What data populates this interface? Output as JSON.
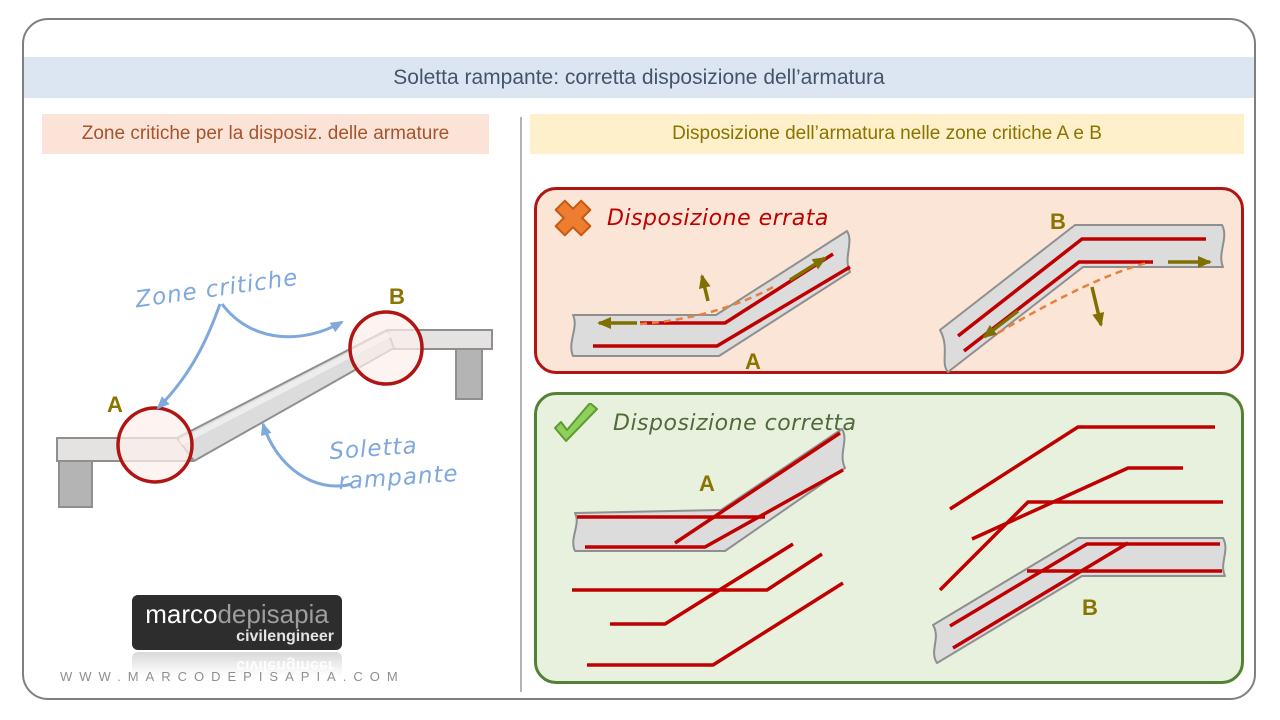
{
  "title_bar": {
    "title": "Soletta rampante: corretta disposizione dell’armatura"
  },
  "left_panel": {
    "header": "Zone critiche per la disposiz. delle armature",
    "diagram": {
      "label_a": "A",
      "label_b": "B",
      "annotation_zone": "Zone critiche",
      "annotation_slab_line1": "Soletta",
      "annotation_slab_line2": "rampante"
    }
  },
  "right_panel": {
    "header": "Disposizione dell’armatura nelle zone critiche A e B",
    "wrong_box": {
      "icon": "x-cross-icon",
      "title": "Disposizione errata",
      "label_a": "A",
      "label_b": "B"
    },
    "correct_box": {
      "icon": "checkmark-icon",
      "title": "Disposizione corretta",
      "label_a": "A",
      "label_b": "B"
    }
  },
  "footer": {
    "logo_primary": "marco",
    "logo_secondary": "depisapia",
    "logo_subtitle": "civilengineer",
    "website": "WWW.MARCODEPISAPIA.COM"
  },
  "colors": {
    "title_bar_bg": "#dce6f2",
    "title_text": "#44546a",
    "left_header_bg": "#fbe4d7",
    "left_header_text": "#a5542e",
    "right_header_bg": "#fdf0cb",
    "right_header_text": "#8a7400",
    "wrong_box_bg": "#fbe5d6",
    "wrong_box_border": "#b01513",
    "wrong_title_text": "#c00000",
    "correct_box_bg": "#e7f1dd",
    "correct_box_border": "#538135",
    "correct_title_text": "#4f6b3a",
    "rebar_red": "#c00000",
    "slab_fill": "#dcdcdc",
    "slab_stroke": "#8f8f8f",
    "column_fill": "#b4b4b4",
    "arrow_olive": "#7f7000",
    "label_olive": "#8a7400",
    "dashed_orange": "#e8813f",
    "hand_blue": "#7fa8dc",
    "x_icon_fill": "#ed7d31",
    "x_icon_stroke": "#c55a11",
    "check_icon_fill": "#8ed05a",
    "check_icon_stroke": "#5d9c34",
    "card_border": "#7f7f7f",
    "divider": "#b3b3b3",
    "logo_bg": "#2d2d2d",
    "logo_text_secondary": "#9d9d9d",
    "website_text": "#8f8f8f"
  }
}
